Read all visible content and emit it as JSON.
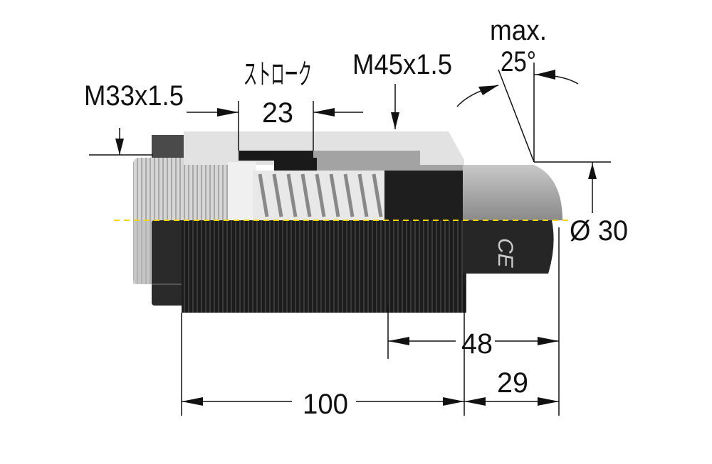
{
  "labels": {
    "thread_small": "M33x1.5",
    "stroke_word": "ストローク",
    "stroke_value": "23",
    "thread_large": "M45x1.5",
    "angle_prefix": "max.",
    "angle_value": "25°",
    "diameter": "Ø 30",
    "dim_48": "48",
    "dim_29": "29",
    "dim_100": "100"
  },
  "marking": "CE",
  "colors": {
    "body_dark": "#1e1e1e",
    "body_light": "#d8d8d8",
    "centerline": "#f2d400"
  }
}
